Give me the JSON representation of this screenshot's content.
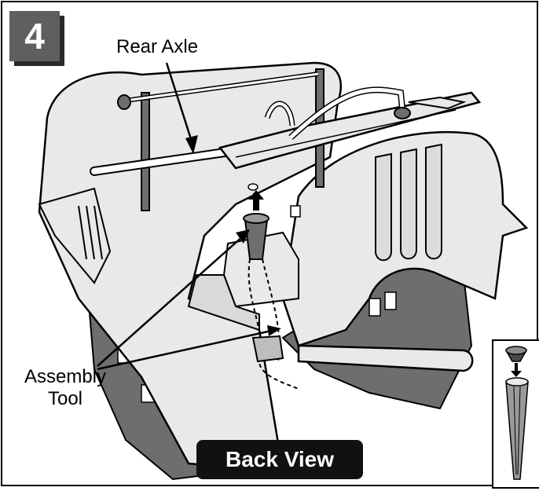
{
  "step": {
    "number": "4"
  },
  "labels": {
    "rear_axle": "Rear Axle",
    "assembly_tool_line1": "Assembly",
    "assembly_tool_line2": "Tool"
  },
  "view_badge": "Back View",
  "colors": {
    "badge_gray": "#5f5f5f",
    "body_light": "#e9e9e9",
    "body_dark": "#6e6e6e",
    "outline": "#000000"
  }
}
